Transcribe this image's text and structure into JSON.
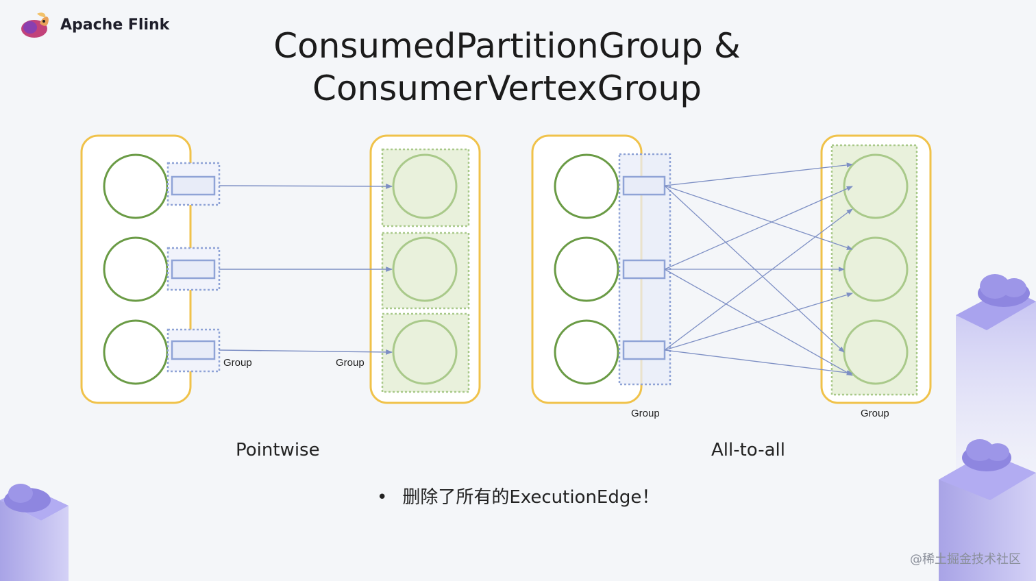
{
  "brand": {
    "name": "Apache Flink",
    "icon": "squirrel-logo-icon"
  },
  "title": {
    "line1": "ConsumedPartitionGroup &",
    "line2": "ConsumerVertexGroup"
  },
  "diagrams": {
    "pointwise": {
      "label": "Pointwise",
      "partition_group_label": "Group",
      "consumer_group_label": "Group"
    },
    "all_to_all": {
      "label": "All-to-all",
      "partition_group_label": "Group",
      "consumer_group_label": "Group"
    }
  },
  "bullet": {
    "marker": "•",
    "text": "删除了所有的ExecutionEdge！"
  },
  "watermark": "@稀土掘金技术社区",
  "colors": {
    "background": "#f4f6f9",
    "group_border": "#f0c24a",
    "producer_circle": "#6a9b45",
    "consumer_circle": "#a9c98a",
    "consumer_fill": "#e9f1dc",
    "partition": "#8fa3d6",
    "partition_fill": "#e8ecf8",
    "edge": "#7d8fc4"
  }
}
